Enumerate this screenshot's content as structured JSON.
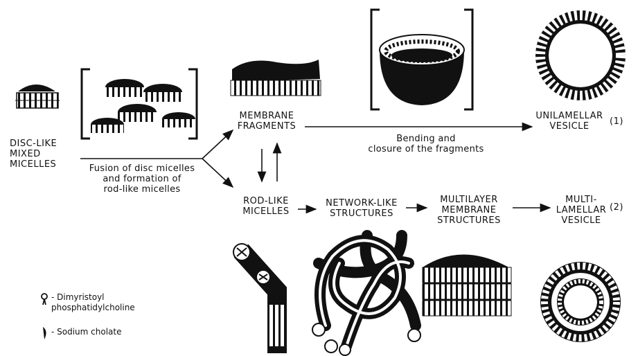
{
  "labels": {
    "disc_micelles": "DISC-LIKE\nMIXED\nMICELLES",
    "fusion_caption": "Fusion of disc micelles\nand formation of\nrod-like micelles",
    "membrane_fragments": "MEMBRANE\nFRAGMENTS",
    "bending_caption": "Bending  and\nclosure of the fragments",
    "unilamellar": "UNILAMELLAR\nVESICLE",
    "unilamellar_num": "(1)",
    "rod_micelles": "ROD-LIKE\nMICELLES",
    "network": "NETWORK-LIKE\nSTRUCTURES",
    "multilayer": "MULTILAYER\nMEMBRANE\nSTRUCTURES",
    "multilamellar": "MULTI-\nLAMELLAR\nVESICLE",
    "multilamellar_num": "(2)"
  },
  "legend": {
    "dmpc": "- Dimyristoyl\n  phosphatidylcholine",
    "cholate": "- Sodium  cholate"
  },
  "colors": {
    "ink": "#111111",
    "paper": "#ffffff"
  }
}
